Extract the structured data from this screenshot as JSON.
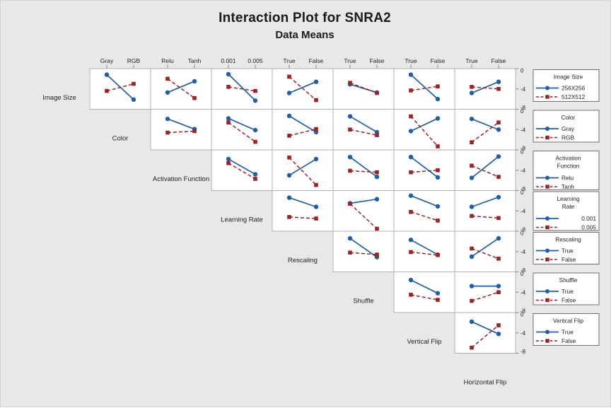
{
  "header": {
    "title": "Interaction Plot for SNRA2",
    "subtitle": "Data Means"
  },
  "axis": {
    "ylim": [
      -8,
      0
    ],
    "ytick_labels": [
      "0",
      "-4",
      "-8"
    ]
  },
  "colors": {
    "first_series": "#1f5fa8",
    "second_series": "#9e2124",
    "panel_bg": "#ffffff",
    "panel_border": "#b0b0b0",
    "legend_border": "#6e6e6e",
    "tick": "#888888",
    "text": "#222222",
    "background": "#e9e8e8"
  },
  "factors": [
    {
      "name": "Image Size",
      "levels": [
        "256X256",
        "512X512"
      ],
      "legend_title_lines": [
        "Image Size"
      ]
    },
    {
      "name": "Color",
      "levels": [
        "Gray",
        "RGB"
      ],
      "legend_title_lines": [
        "Color"
      ]
    },
    {
      "name": "Activation Function",
      "levels": [
        "Relu",
        "Tanh"
      ],
      "legend_title_lines": [
        "Activation",
        "Function"
      ]
    },
    {
      "name": "Learning Rate",
      "levels": [
        "0.001",
        "0.005"
      ],
      "legend_title_lines": [
        "Learning",
        "Rate"
      ],
      "right_align_entries": true
    },
    {
      "name": "Rescaling",
      "levels": [
        "True",
        "False"
      ],
      "legend_title_lines": [
        "Rescaling"
      ]
    },
    {
      "name": "Shuffle",
      "levels": [
        "True",
        "False"
      ],
      "legend_title_lines": [
        "Shuffle"
      ]
    },
    {
      "name": "Vertical Flip",
      "levels": [
        "True",
        "False"
      ],
      "legend_title_lines": [
        "Vertical Flip"
      ]
    },
    {
      "name": "Horizontal Flip",
      "levels": [
        "True",
        "False"
      ],
      "legend_title_lines": [
        "Horizontal Flip"
      ]
    }
  ],
  "chart_data": {
    "type": "line",
    "subtype": "interaction-matrix",
    "response": "SNRA2",
    "title": "Interaction Plot for SNRA2",
    "subtitle": "Data Means",
    "ylim": [
      -8,
      0
    ],
    "yticks": [
      0,
      -4,
      -8
    ],
    "legend_position": "right",
    "line_styles": {
      "first": "solid-circle",
      "second": "dashed-square"
    },
    "rows": [
      {
        "trace_factor": "Image Size",
        "panels": [
          {
            "x_factor": "Color",
            "series": [
              {
                "name": "256X256",
                "values": [
                  -1.2,
                  -6.1
                ]
              },
              {
                "name": "512X512",
                "values": [
                  -4.4,
                  -3.0
                ]
              }
            ]
          },
          {
            "x_factor": "Activation Function",
            "series": [
              {
                "name": "256X256",
                "values": [
                  -4.7,
                  -2.5
                ]
              },
              {
                "name": "512X512",
                "values": [
                  -2.0,
                  -5.8
                ]
              }
            ]
          },
          {
            "x_factor": "Learning Rate",
            "series": [
              {
                "name": "256X256",
                "values": [
                  -1.1,
                  -6.3
                ]
              },
              {
                "name": "512X512",
                "values": [
                  -3.6,
                  -4.4
                ]
              }
            ]
          },
          {
            "x_factor": "Rescaling",
            "series": [
              {
                "name": "256X256",
                "values": [
                  -4.8,
                  -2.6
                ]
              },
              {
                "name": "512X512",
                "values": [
                  -1.6,
                  -6.2
                ]
              }
            ]
          },
          {
            "x_factor": "Shuffle",
            "series": [
              {
                "name": "256X256",
                "values": [
                  -3.1,
                  -4.7
                ]
              },
              {
                "name": "512X512",
                "values": [
                  -2.8,
                  -4.8
                ]
              }
            ]
          },
          {
            "x_factor": "Vertical Flip",
            "series": [
              {
                "name": "256X256",
                "values": [
                  -1.2,
                  -6.0
                ]
              },
              {
                "name": "512X512",
                "values": [
                  -4.3,
                  -3.5
                ]
              }
            ]
          },
          {
            "x_factor": "Horizontal Flip",
            "series": [
              {
                "name": "256X256",
                "values": [
                  -4.8,
                  -2.6
                ]
              },
              {
                "name": "512X512",
                "values": [
                  -3.6,
                  -4.0
                ]
              }
            ]
          }
        ]
      },
      {
        "trace_factor": "Color",
        "panels": [
          {
            "x_factor": "Activation Function",
            "series": [
              {
                "name": "Gray",
                "values": [
                  -1.9,
                  -3.9
                ]
              },
              {
                "name": "RGB",
                "values": [
                  -4.6,
                  -4.3
                ]
              }
            ]
          },
          {
            "x_factor": "Learning Rate",
            "series": [
              {
                "name": "Gray",
                "values": [
                  -1.8,
                  -4.1
                ]
              },
              {
                "name": "RGB",
                "values": [
                  -2.6,
                  -6.4
                ]
              }
            ]
          },
          {
            "x_factor": "Rescaling",
            "series": [
              {
                "name": "Gray",
                "values": [
                  -1.3,
                  -4.5
                ]
              },
              {
                "name": "RGB",
                "values": [
                  -5.2,
                  -3.9
                ]
              }
            ]
          },
          {
            "x_factor": "Shuffle",
            "series": [
              {
                "name": "Gray",
                "values": [
                  -1.4,
                  -4.5
                ]
              },
              {
                "name": "RGB",
                "values": [
                  -4.0,
                  -5.1
                ]
              }
            ]
          },
          {
            "x_factor": "Vertical Flip",
            "series": [
              {
                "name": "Gray",
                "values": [
                  -4.3,
                  -1.8
                ]
              },
              {
                "name": "RGB",
                "values": [
                  -1.4,
                  -7.3
                ]
              }
            ]
          },
          {
            "x_factor": "Horizontal Flip",
            "series": [
              {
                "name": "Gray",
                "values": [
                  -1.9,
                  -4.0
                ]
              },
              {
                "name": "RGB",
                "values": [
                  -6.5,
                  -2.6
                ]
              }
            ]
          }
        ]
      },
      {
        "trace_factor": "Activation Function",
        "panels": [
          {
            "x_factor": "Learning Rate",
            "series": [
              {
                "name": "Relu",
                "values": [
                  -1.8,
                  -4.8
                ]
              },
              {
                "name": "Tanh",
                "values": [
                  -2.6,
                  -5.7
                ]
              }
            ]
          },
          {
            "x_factor": "Rescaling",
            "series": [
              {
                "name": "Relu",
                "values": [
                  -5.0,
                  -1.8
                ]
              },
              {
                "name": "Tanh",
                "values": [
                  -1.5,
                  -6.9
                ]
              }
            ]
          },
          {
            "x_factor": "Shuffle",
            "series": [
              {
                "name": "Relu",
                "values": [
                  -1.4,
                  -5.3
                ]
              },
              {
                "name": "Tanh",
                "values": [
                  -4.1,
                  -4.4
                ]
              }
            ]
          },
          {
            "x_factor": "Vertical Flip",
            "series": [
              {
                "name": "Relu",
                "values": [
                  -1.4,
                  -5.4
                ]
              },
              {
                "name": "Tanh",
                "values": [
                  -4.4,
                  -4.0
                ]
              }
            ]
          },
          {
            "x_factor": "Horizontal Flip",
            "series": [
              {
                "name": "Relu",
                "values": [
                  -5.5,
                  -1.3
                ]
              },
              {
                "name": "Tanh",
                "values": [
                  -3.1,
                  -5.3
                ]
              }
            ]
          }
        ]
      },
      {
        "trace_factor": "Learning Rate",
        "panels": [
          {
            "x_factor": "Rescaling",
            "series": [
              {
                "name": "0.001",
                "values": [
                  -1.4,
                  -3.2
                ]
              },
              {
                "name": "0.005",
                "values": [
                  -5.2,
                  -5.5
                ]
              }
            ]
          },
          {
            "x_factor": "Shuffle",
            "series": [
              {
                "name": "0.001",
                "values": [
                  -2.5,
                  -1.7
                ]
              },
              {
                "name": "0.005",
                "values": [
                  -2.6,
                  -7.5
                ]
              }
            ]
          },
          {
            "x_factor": "Vertical Flip",
            "series": [
              {
                "name": "0.001",
                "values": [
                  -1.0,
                  -3.1
                ]
              },
              {
                "name": "0.005",
                "values": [
                  -4.2,
                  -5.9
                ]
              }
            ]
          },
          {
            "x_factor": "Horizontal Flip",
            "series": [
              {
                "name": "0.001",
                "values": [
                  -3.2,
                  -1.3
                ]
              },
              {
                "name": "0.005",
                "values": [
                  -5.0,
                  -5.4
                ]
              }
            ]
          }
        ]
      },
      {
        "trace_factor": "Rescaling",
        "panels": [
          {
            "x_factor": "Shuffle",
            "series": [
              {
                "name": "True",
                "values": [
                  -1.4,
                  -5.1
                ]
              },
              {
                "name": "False",
                "values": [
                  -4.2,
                  -4.6
                ]
              }
            ]
          },
          {
            "x_factor": "Vertical Flip",
            "series": [
              {
                "name": "True",
                "values": [
                  -1.7,
                  -4.6
                ]
              },
              {
                "name": "False",
                "values": [
                  -4.1,
                  -4.7
                ]
              }
            ]
          },
          {
            "x_factor": "Horizontal Flip",
            "series": [
              {
                "name": "True",
                "values": [
                  -5.0,
                  -1.4
                ]
              },
              {
                "name": "False",
                "values": [
                  -3.4,
                  -5.4
                ]
              }
            ]
          }
        ]
      },
      {
        "trace_factor": "Shuffle",
        "panels": [
          {
            "x_factor": "Vertical Flip",
            "series": [
              {
                "name": "True",
                "values": [
                  -1.6,
                  -4.2
                ]
              },
              {
                "name": "False",
                "values": [
                  -4.5,
                  -5.5
                ]
              }
            ]
          },
          {
            "x_factor": "Horizontal Flip",
            "series": [
              {
                "name": "True",
                "values": [
                  -2.8,
                  -2.8
                ]
              },
              {
                "name": "False",
                "values": [
                  -5.7,
                  -4.0
                ]
              }
            ]
          }
        ]
      },
      {
        "trace_factor": "Vertical Flip",
        "panels": [
          {
            "x_factor": "Horizontal Flip",
            "series": [
              {
                "name": "True",
                "values": [
                  -1.8,
                  -4.2
                ]
              },
              {
                "name": "False",
                "values": [
                  -6.9,
                  -2.5
                ]
              }
            ]
          }
        ]
      }
    ]
  }
}
